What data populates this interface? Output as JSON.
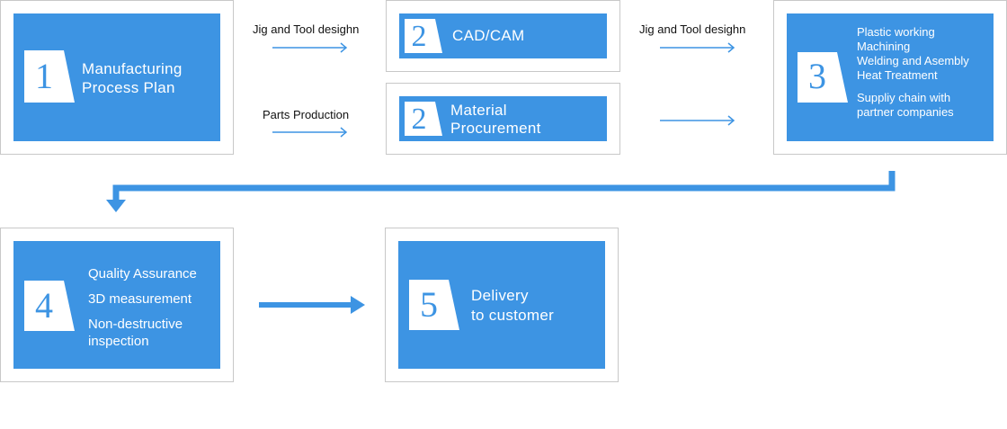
{
  "colors": {
    "accent": "#3d94e3",
    "frame_border": "#c8c8c8"
  },
  "steps": {
    "s1": {
      "number": "1",
      "lines": [
        "Manufacturing",
        "Process Plan"
      ]
    },
    "s2a": {
      "number": "2",
      "lines": [
        "CAD/CAM"
      ]
    },
    "s2b": {
      "number": "2",
      "lines": [
        "Material",
        "Procurement"
      ]
    },
    "s3": {
      "number": "3",
      "lines": [
        "Plastic working",
        "Machining",
        "Welding and Asembly",
        "Heat Treatment",
        "Suppliy chain with",
        "partner companies"
      ]
    },
    "s4": {
      "number": "4",
      "lines": [
        "Quality Assurance",
        "3D measurement",
        "Non-destructive",
        "inspection"
      ]
    },
    "s5": {
      "number": "5",
      "lines": [
        "Delivery",
        "to customer"
      ]
    }
  },
  "arrow_labels": {
    "to_cadcam": "Jig and Tool desighn",
    "to_material": "Parts Production",
    "from_cadcam": "Jig and Tool desighn"
  }
}
